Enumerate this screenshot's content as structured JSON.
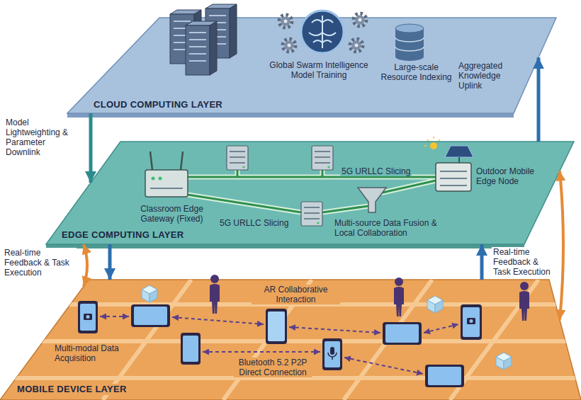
{
  "diagram": {
    "nodes": [
      {
        "text": [
          "CLOUD COMPUTING LAYER",
          "Global Swarm Intelligence Model Training",
          "Large-scale Resource Indexing"
        ]
      },
      {
        "text": [
          "EDGE COMPUTING LAYER",
          "Classroom Edge Gateway (Fixed)",
          "5G URLLC Slicing",
          "5G URLLC Slicing",
          "Multi-source Data Fusion & Local Collaboration",
          "Outdoor Mobile Edge Node"
        ]
      },
      {
        "text": [
          "MOBILE DEVICE LAYER",
          "AR Collaborative Interaction",
          "Multi-modal Data Acquisition",
          "Bluetooth 5.2 P2P Direct Connection"
        ]
      }
    ],
    "edges": [
      {
        "from": 0,
        "to": 1,
        "arrow": "to",
        "label": "Model Lightweighting & Parameter Downlink"
      },
      {
        "from": 1,
        "to": 0,
        "arrow": "to",
        "label": "Aggregated Knowledge Uplink"
      },
      {
        "from": 1,
        "to": 2,
        "arrow": "both",
        "label": "Real-time Feedback & Task Execution"
      },
      {
        "from": 1,
        "to": 2,
        "arrow": "to"
      },
      {
        "from": 2,
        "to": 1,
        "arrow": "to"
      },
      {
        "from": 1,
        "to": 2,
        "arrow": "both",
        "label": "Real-time Feedback & Task Execution"
      }
    ]
  }
}
